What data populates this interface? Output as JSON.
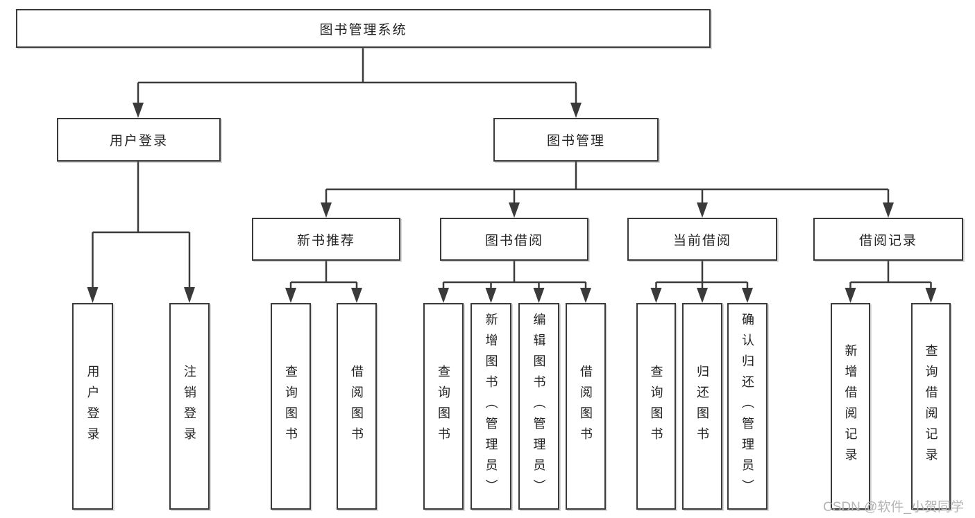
{
  "diagram_title": "图书管理系统",
  "nodes": {
    "root": "图书管理系统",
    "level1": {
      "user_login": "用户登录",
      "book_mgmt": "图书管理"
    },
    "level2": [
      "新书推荐",
      "图书借阅",
      "当前借阅",
      "借阅记录"
    ],
    "user_login_children": [
      "用户登录",
      "注销登录"
    ],
    "recommend_children": [
      "查询图书",
      "借阅图书"
    ],
    "borrow_children": [
      "查询图书",
      "新增图书（管理员）",
      "编辑图书（管理员）",
      "借阅图书"
    ],
    "current_children": [
      "查询图书",
      "归还图书",
      "确认归还（管理员）"
    ],
    "records_children": [
      "新增借阅记录",
      "查询借阅记录"
    ]
  },
  "watermark": "CSDN @软件_小贺同学",
  "colors": {
    "line": "#3a3a3a",
    "box_border": "#3a3a3a",
    "box_background": "#ffffff",
    "text": "#222222",
    "watermark": "#b4b4b4",
    "page_background": "#ffffff"
  }
}
